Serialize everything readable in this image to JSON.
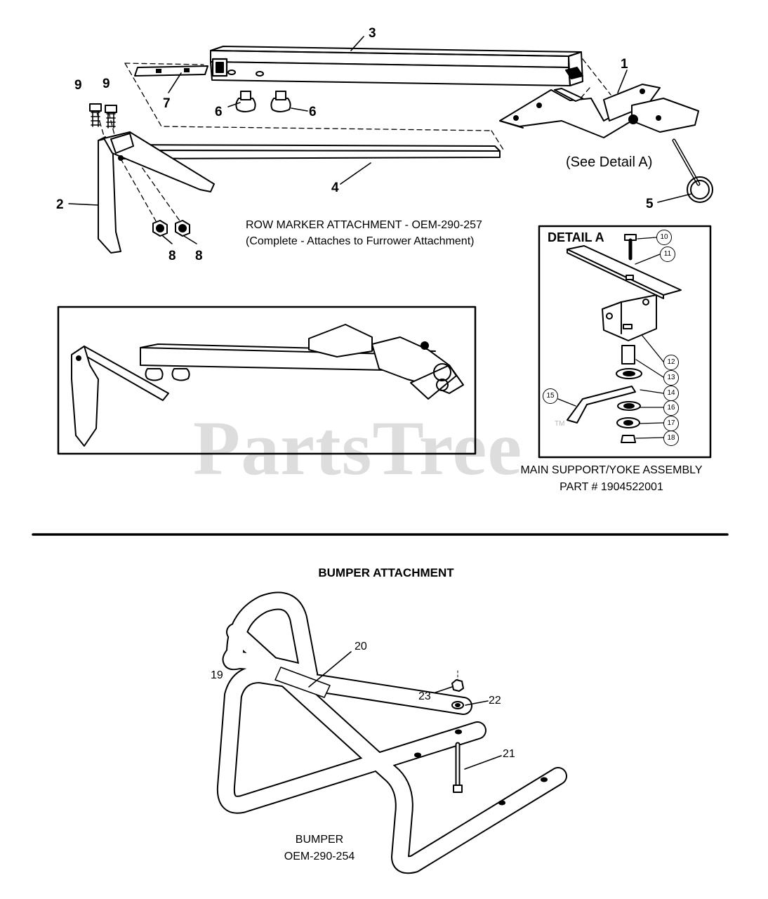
{
  "row_marker": {
    "title": "ROW MARKER ATTACHMENT -  OEM-290-257",
    "subtitle": "(Complete -  Attaches to Furrower Attachment)",
    "see_detail": "(See Detail A)",
    "callouts": [
      "1",
      "2",
      "3",
      "4",
      "5",
      "6",
      "6",
      "7",
      "8",
      "8",
      "9",
      "9"
    ]
  },
  "detail_a": {
    "title": "DETAIL A",
    "callouts": [
      "10",
      "11",
      "12",
      "13",
      "14",
      "15",
      "16",
      "17",
      "18"
    ],
    "caption_line1": "MAIN SUPPORT/YOKE ASSEMBLY",
    "caption_line2": "PART # 1904522001"
  },
  "bumper": {
    "title": "BUMPER ATTACHMENT",
    "callouts": [
      "19",
      "20",
      "21",
      "22",
      "23"
    ],
    "caption_line1": "BUMPER",
    "caption_line2": "OEM-290-254"
  },
  "watermark": {
    "text": "PartsTree",
    "tm": "TM"
  }
}
